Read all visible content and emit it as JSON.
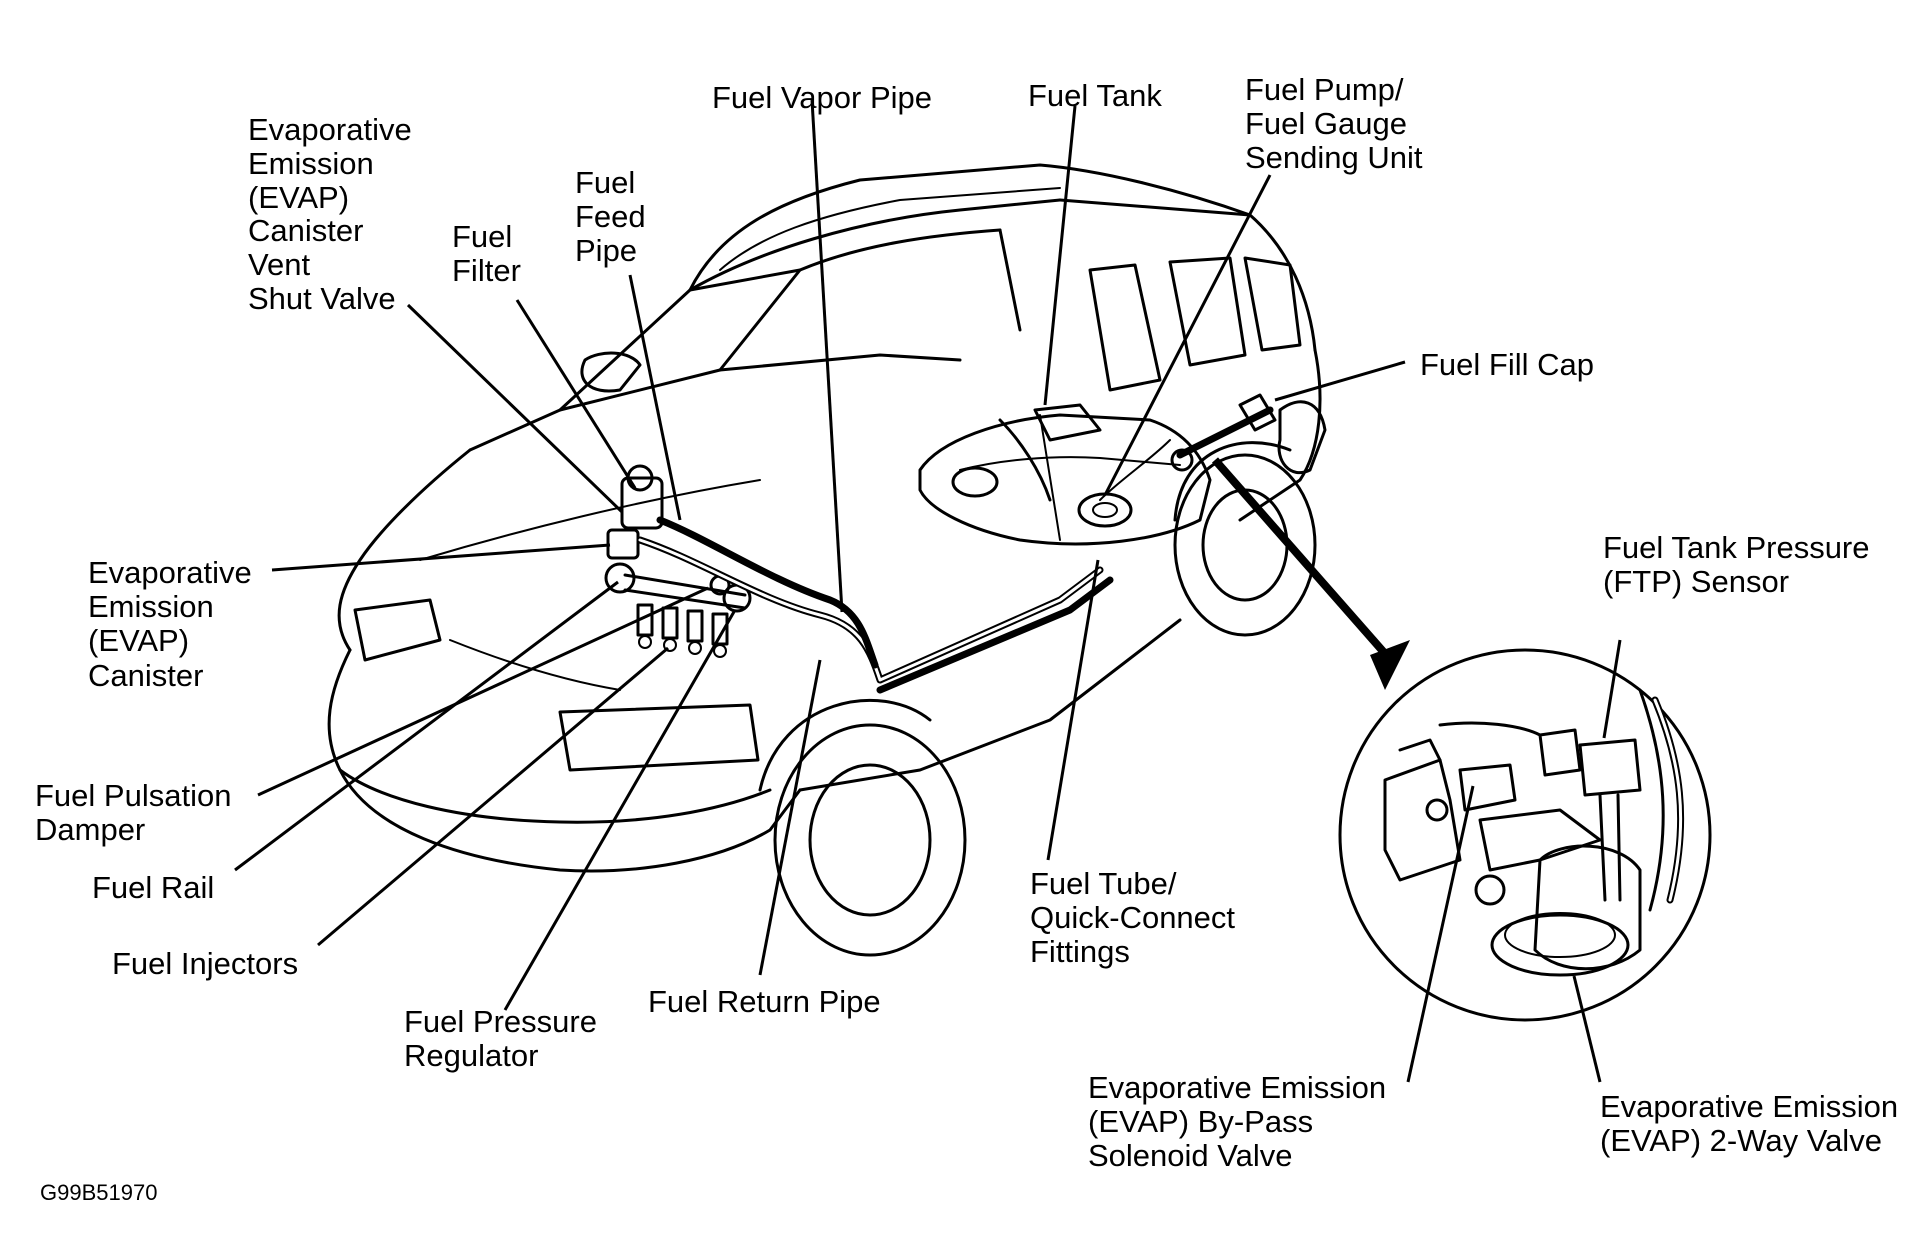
{
  "figure_code": "G99B51970",
  "labels": {
    "evap_vent_shut_valve": [
      "Evaporative",
      "Emission",
      "(EVAP)",
      "Canister",
      "Vent",
      "Shut Valve"
    ],
    "fuel_filter": [
      "Fuel",
      "Filter"
    ],
    "fuel_feed_pipe": [
      "Fuel",
      "Feed",
      "Pipe"
    ],
    "fuel_vapor_pipe": [
      "Fuel Vapor Pipe"
    ],
    "fuel_tank": [
      "Fuel Tank"
    ],
    "fuel_pump_gauge": [
      "Fuel Pump/",
      "Fuel Gauge",
      "Sending Unit"
    ],
    "fuel_fill_cap": [
      "Fuel Fill Cap"
    ],
    "evap_canister": [
      "Evaporative",
      "Emission",
      "(EVAP)",
      "Canister"
    ],
    "fuel_pulsation_damper": [
      "Fuel Pulsation",
      "Damper"
    ],
    "fuel_rail": [
      "Fuel Rail"
    ],
    "fuel_injectors": [
      "Fuel Injectors"
    ],
    "fuel_pressure_regulator": [
      "Fuel Pressure",
      "Regulator"
    ],
    "fuel_return_pipe": [
      "Fuel Return Pipe"
    ],
    "fuel_tube_fittings": [
      "Fuel Tube/",
      "Quick-Connect",
      "Fittings"
    ],
    "ftp_sensor": [
      "Fuel Tank Pressure",
      "(FTP) Sensor"
    ],
    "evap_bypass_solenoid": [
      "Evaporative Emission",
      "(EVAP) By-Pass",
      "Solenoid Valve"
    ],
    "evap_2way_valve": [
      "Evaporative Emission",
      "(EVAP) 2-Way Valve"
    ]
  }
}
